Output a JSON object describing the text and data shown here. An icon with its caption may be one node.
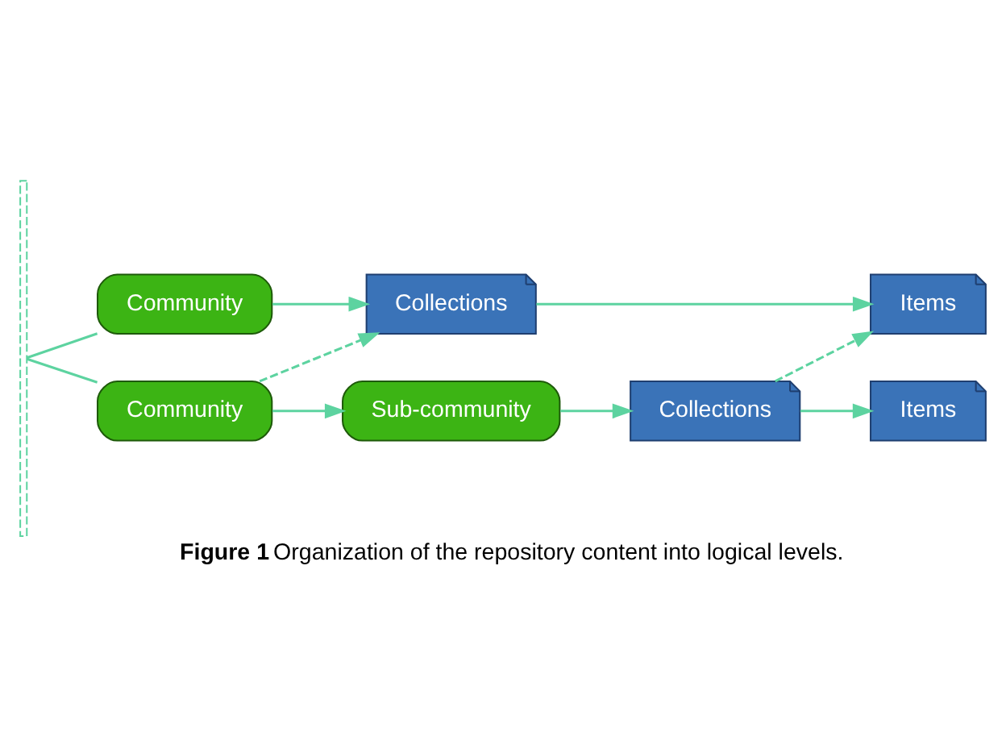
{
  "diagram": {
    "caption": "**Figure 1** Organization of the repository content into logical levels.",
    "nodes": [
      {
        "text": [],
        "shape": "bar"
      },
      {
        "text": [
          "Community"
        ]
      },
      {
        "text": [
          "Collections"
        ]
      },
      {
        "text": [
          "Community"
        ]
      },
      {
        "text": [
          "Items"
        ]
      },
      {
        "text": [
          "Sub-community"
        ]
      },
      {
        "text": [
          "Collections"
        ]
      },
      {
        "text": [
          "Items"
        ]
      }
    ],
    "edges": [
      {
        "from": 0,
        "to": 1,
        "arrow": "none"
      },
      {
        "from": 0,
        "to": 3,
        "arrow": "none"
      },
      {
        "from": 1,
        "to": 2,
        "arrow": "to"
      },
      {
        "from": 3,
        "to": 2,
        "arrow": "to",
        "style": "dashed"
      },
      {
        "from": 2,
        "to": 4,
        "arrow": "to"
      },
      {
        "from": 3,
        "to": 5,
        "arrow": "to"
      },
      {
        "from": 5,
        "to": 6,
        "arrow": "to"
      },
      {
        "from": 6,
        "to": 4,
        "arrow": "to",
        "style": "dashed"
      },
      {
        "from": 6,
        "to": 7,
        "arrow": "to"
      }
    ]
  }
}
